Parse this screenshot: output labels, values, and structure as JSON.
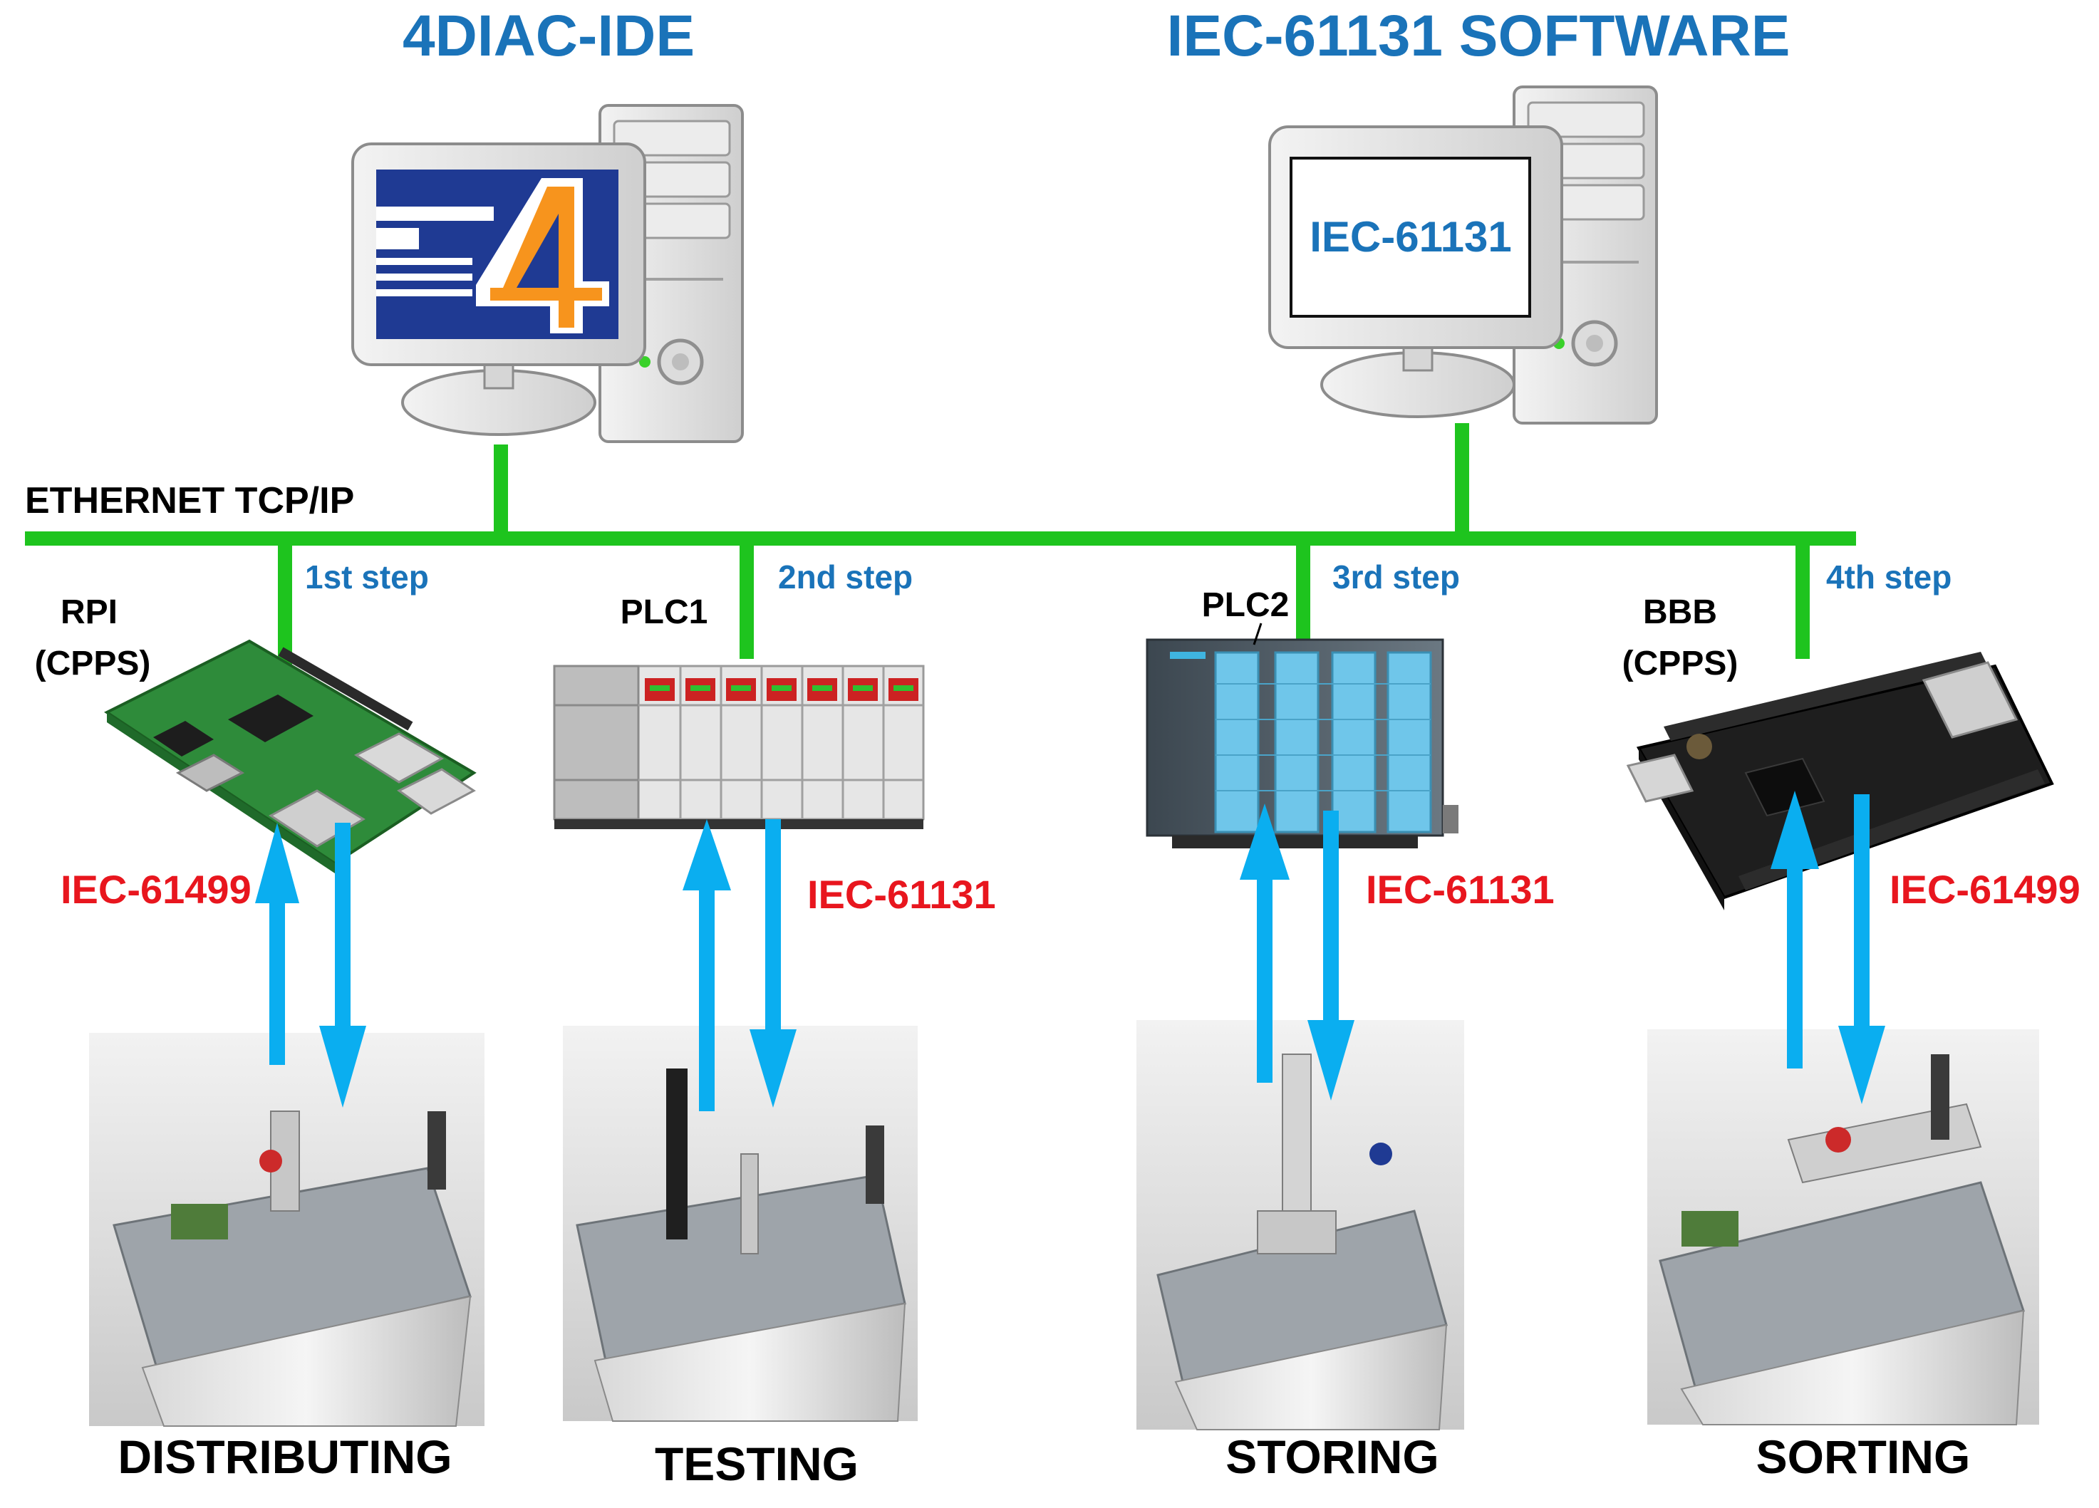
{
  "titles": {
    "ide": "4DIAC-IDE",
    "iec_software": "IEC-61131 SOFTWARE"
  },
  "monitor_text": "IEC-61131",
  "network_label": "ETHERNET TCP/IP",
  "steps": [
    "1st step",
    "2nd step",
    "3rd step",
    "4th step"
  ],
  "devices": {
    "rpi": [
      "RPI",
      "(CPPS)"
    ],
    "plc1": "PLC1",
    "plc2": "PLC2",
    "bbb": [
      "BBB",
      "(CPPS)"
    ]
  },
  "standards": {
    "rpi": "IEC-61499",
    "plc1": "IEC-61131",
    "plc2": "IEC-61131",
    "bbb": "IEC-61499"
  },
  "stations": [
    "DISTRIBUTING",
    "TESTING",
    "STORING",
    "SORTING"
  ],
  "colors": {
    "title_blue": "#1a73b9",
    "network_green": "#1ec41e",
    "arrow_blue": "#0aaef0",
    "standard_red": "#e8161e",
    "logo_navy": "#1f3a93",
    "logo_orange": "#f7941d"
  }
}
